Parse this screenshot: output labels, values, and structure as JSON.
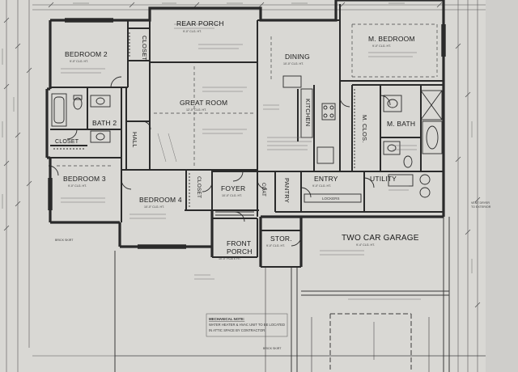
{
  "rooms": {
    "rear_porch": "REAR PORCH",
    "bedroom2": "BEDROOM 2",
    "closet_a": "CLOSET",
    "dining": "DINING",
    "master_bedroom": "M. BEDROOM",
    "great_room": "GREAT ROOM",
    "kitchen": "KITCHEN",
    "master_closet": "M. CLOS.",
    "master_bath": "M. BATH",
    "bath2": "BATH 2",
    "hall": "HALL",
    "closet_b": "CLOSET",
    "bedroom3": "BEDROOM 3",
    "bedroom4": "BEDROOM 4",
    "closet_c": "CLOSET",
    "foyer": "FOYER",
    "coat": "COAT",
    "pantry": "PANTRY",
    "entry": "ENTRY",
    "utility": "UTILITY",
    "front_porch_1": "FRONT",
    "front_porch_2": "PORCH",
    "storage": "STOR.",
    "garage": "TWO CAR GARAGE"
  },
  "notes": {
    "mech_title": "MECHANICAL NOTE:",
    "mech_line1": "WATER HEATER & HVAC UNIT TO BE LOCATED",
    "mech_line2": "IN ATTIC SPACE BY CONTRACTOR.",
    "brick_skirt_1": "BRICK SKIRT",
    "brick_skirt_2": "BRICK SKIRT",
    "lockers": "LOCKERS",
    "vent_1": "VENT DRYER",
    "vent_2": "TO EXTERIOR",
    "ceil_rear_porch": "9'-0\" CLG. HT.",
    "ceil_bedroom2": "9'-0\" CLG. HT.",
    "ceil_great_room": "12'-0\" CLG. HT.",
    "ceil_dining": "10'-0\" CLG. HT.",
    "ceil_master": "9'-0\" CLG. HT.",
    "ceil_bedroom3": "9'-0\" CLG. HT.",
    "ceil_bedroom4": "10'-0\" CLG. HT.",
    "ceil_foyer": "10'-0\" CLG. HT.",
    "ceil_entry": "9'-0\" CLG. HT.",
    "ceil_garage": "9'-4\" CLG. HT.",
    "ceil_storage": "9'-0\" CLG. HT.",
    "ceil_front_porch": "10'-0\" PLATE HT."
  },
  "colors": {
    "paper": "#d9d8d4",
    "ink": "#1b1b1b",
    "wall": "#2a2a2a"
  }
}
